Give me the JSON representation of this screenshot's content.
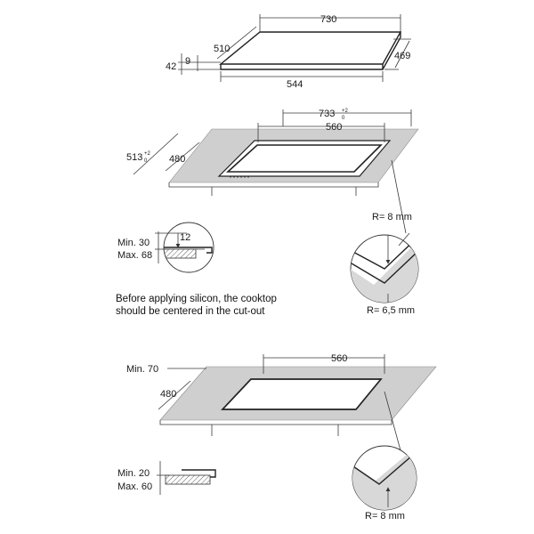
{
  "hob": {
    "width": "730",
    "depth": "510",
    "depth_right": "469",
    "front": "544",
    "height_total": "42",
    "glass": "9"
  },
  "cutout": {
    "width": "733",
    "width_tol_plus": "+2",
    "width_tol_minus": "0",
    "depth": "513",
    "depth_tol_plus": "+2",
    "depth_tol_minus": "0",
    "inner_width": "560",
    "inner_depth": "480",
    "radius_top": "R= 8 mm",
    "radius_bottom": "R= 6,5 mm"
  },
  "flush_profile": {
    "min": "Min. 30",
    "max": "Max. 68",
    "depth": "12"
  },
  "note": {
    "line1": "Before applying silicon, the cooktop",
    "line2": "should be centered in the cut-out"
  },
  "standard": {
    "width": "560",
    "depth": "480",
    "min_front": "Min. 70",
    "radius": "R= 8 mm",
    "min": "Min. 20",
    "max": "Max. 60"
  },
  "colors": {
    "line": "#222222",
    "counter": "#cfcfcf"
  }
}
